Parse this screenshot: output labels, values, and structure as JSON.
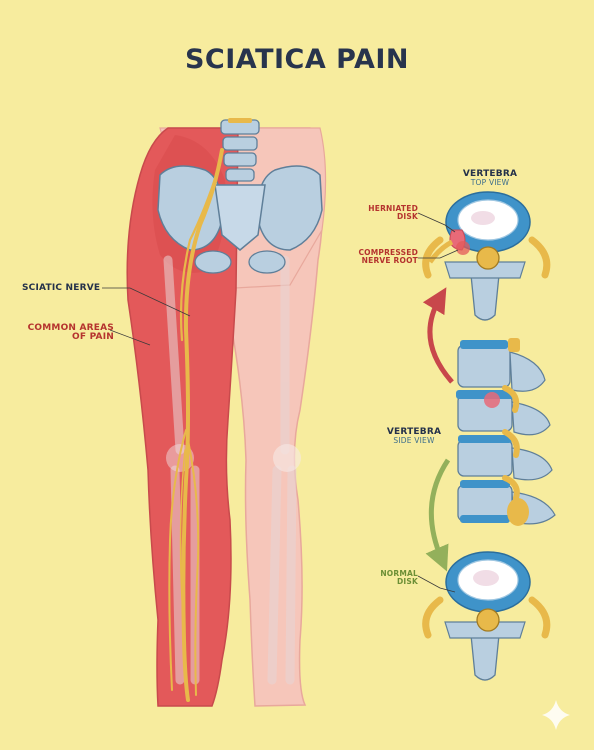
{
  "title": "SCIATICA PAIN",
  "labels": {
    "sciatic_nerve": "SCIATIC NERVE",
    "pain_line1": "COMMON AREAS",
    "pain_line2": "OF PAIN",
    "vertebra_top": "VERTEBRA",
    "top_view": "TOP VIEW",
    "herniated_line1": "HERNIATED",
    "herniated_line2": "DISK",
    "compressed_line1": "COMPRESSED",
    "compressed_line2": "NERVE ROOT",
    "vertebra_side": "VERTEBRA",
    "side_view": "SIDE VIEW",
    "normal_line1": "NORMAL",
    "normal_line2": "DISK"
  },
  "colors": {
    "background": "#f7ec9e",
    "pain_red": "#e3595a",
    "skin": "#f7c9bd",
    "bone": "#b9cfe0",
    "nerve": "#e8b94a",
    "disk_blue": "#3f93c9",
    "arrow_red": "#c8474b",
    "arrow_green": "#93b05b"
  }
}
